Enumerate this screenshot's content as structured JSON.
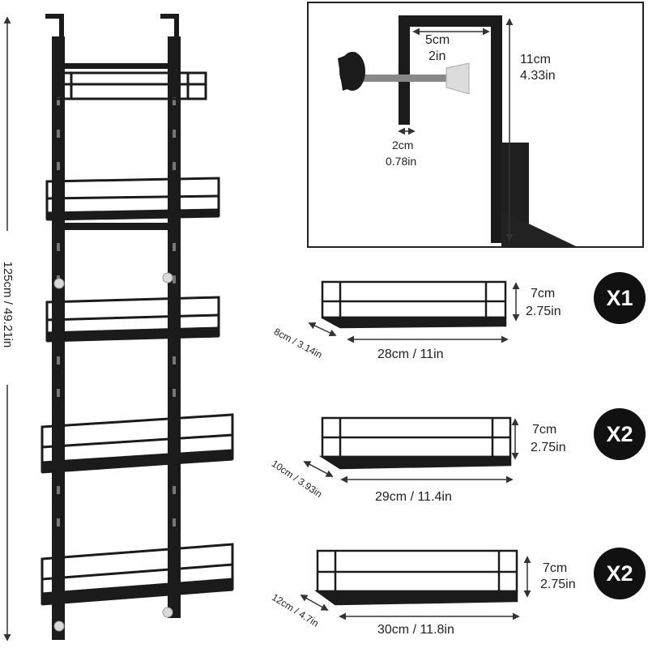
{
  "rack": {
    "height_label": "125cm  /  49.21in"
  },
  "hook_detail": {
    "gap_cm": "5cm",
    "gap_in": "2in",
    "depth_cm": "11cm",
    "depth_in": "4.33in",
    "thickness_cm": "2cm",
    "thickness_in": "0.78in"
  },
  "baskets": [
    {
      "quantity": "X1",
      "height_cm": "7cm",
      "height_in": "2.75in",
      "depth_label": "8cm / 3.14in",
      "width_label": "28cm / 11in"
    },
    {
      "quantity": "X2",
      "height_cm": "7cm",
      "height_in": "2.75in",
      "depth_label": "10cm / 3.93in",
      "width_label": "29cm / 11.4in"
    },
    {
      "quantity": "X2",
      "height_cm": "7cm",
      "height_in": "2.75in",
      "depth_label": "12cm / 4.7in",
      "width_label": "30cm / 11.8in"
    }
  ],
  "colors": {
    "product": "#1b1b1b",
    "badge": "#111111",
    "text": "#222222"
  }
}
